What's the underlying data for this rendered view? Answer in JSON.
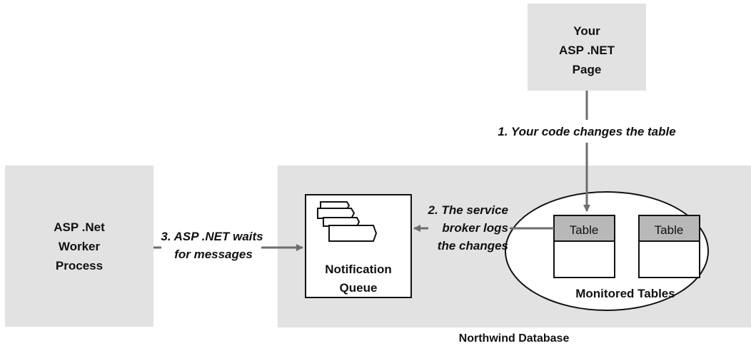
{
  "diagram": {
    "your_page": {
      "lines": [
        "Your",
        "ASP .NET",
        "Page"
      ]
    },
    "worker_process": {
      "lines": [
        "ASP .Net",
        "Worker",
        "Process"
      ]
    },
    "notification_queue": {
      "lines": [
        "Notification",
        "Queue"
      ]
    },
    "monitored_tables": {
      "caption": "Monitored Tables",
      "tables": [
        {
          "label": "Table"
        },
        {
          "label": "Table"
        }
      ]
    },
    "database_caption": "Northwind Database",
    "steps": {
      "step1": {
        "lines": [
          "1. Your code changes the table"
        ]
      },
      "step2": {
        "lines": [
          "2. The service",
          "broker logs",
          "the changes"
        ]
      },
      "step3": {
        "lines": [
          "3. ASP .NET waits",
          "for messages"
        ]
      }
    },
    "colors": {
      "box_fill": "#e2e2e2",
      "table_header": "#b8b8b8",
      "arrow": "#6e6e6e",
      "stroke": "#111111"
    }
  }
}
